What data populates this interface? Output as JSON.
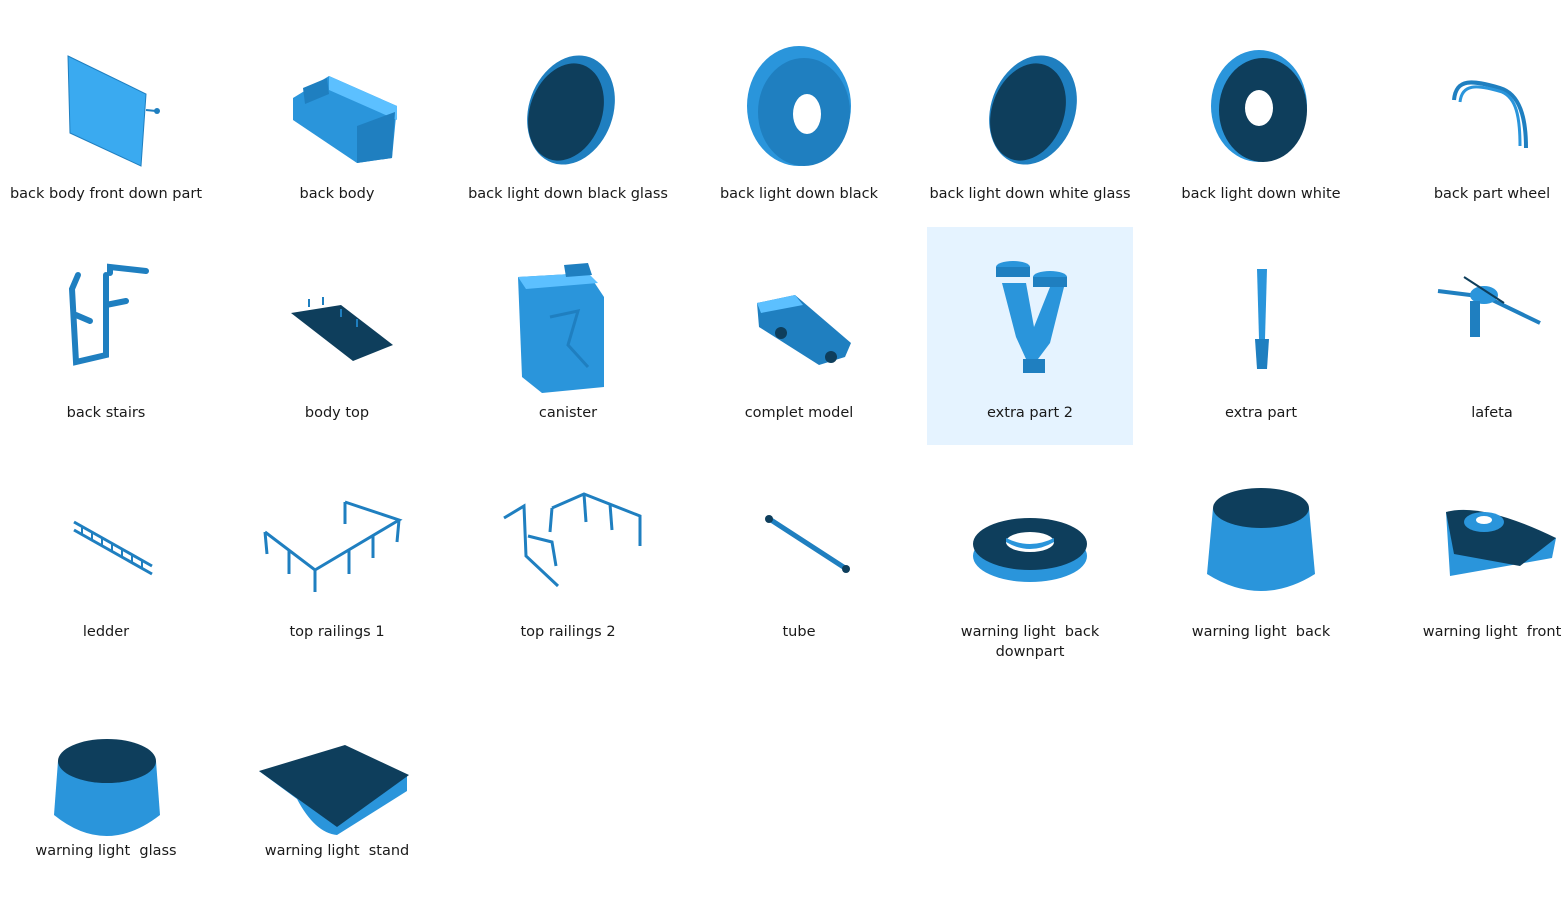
{
  "colors": {
    "model_light": "#2a95db",
    "model_mid": "#1f7fc0",
    "model_dark": "#0e3e5c",
    "selection": "#e5f3ff"
  },
  "items": [
    {
      "name": "back body front down part",
      "icon": "file-3d-thumbnail-icon"
    },
    {
      "name": "back body",
      "icon": "file-3d-thumbnail-icon"
    },
    {
      "name": "back light down black glass",
      "icon": "file-3d-thumbnail-icon"
    },
    {
      "name": "back light down black",
      "icon": "file-3d-thumbnail-icon"
    },
    {
      "name": "back light down white glass",
      "icon": "file-3d-thumbnail-icon"
    },
    {
      "name": "back light down white",
      "icon": "file-3d-thumbnail-icon"
    },
    {
      "name": "back part wheel",
      "icon": "file-3d-thumbnail-icon"
    },
    {
      "name": "back stairs",
      "icon": "file-3d-thumbnail-icon"
    },
    {
      "name": "body top",
      "icon": "file-3d-thumbnail-icon"
    },
    {
      "name": "canister",
      "icon": "file-3d-thumbnail-icon"
    },
    {
      "name": "complet model",
      "icon": "file-3d-thumbnail-icon"
    },
    {
      "name": "extra part 2",
      "icon": "file-3d-thumbnail-icon",
      "selected": true
    },
    {
      "name": "extra part",
      "icon": "file-3d-thumbnail-icon"
    },
    {
      "name": "lafeta",
      "icon": "file-3d-thumbnail-icon"
    },
    {
      "name": "ledder",
      "icon": "file-3d-thumbnail-icon"
    },
    {
      "name": "top railings 1",
      "icon": "file-3d-thumbnail-icon"
    },
    {
      "name": "top railings 2",
      "icon": "file-3d-thumbnail-icon"
    },
    {
      "name": "tube",
      "icon": "file-3d-thumbnail-icon"
    },
    {
      "name": "warning light  back\ndownpart",
      "icon": "file-3d-thumbnail-icon"
    },
    {
      "name": "warning light  back",
      "icon": "file-3d-thumbnail-icon"
    },
    {
      "name": "warning light  front",
      "icon": "file-3d-thumbnail-icon"
    },
    {
      "name": "warning light  glass",
      "icon": "file-3d-thumbnail-icon"
    },
    {
      "name": "warning light  stand",
      "icon": "file-3d-thumbnail-icon"
    }
  ]
}
